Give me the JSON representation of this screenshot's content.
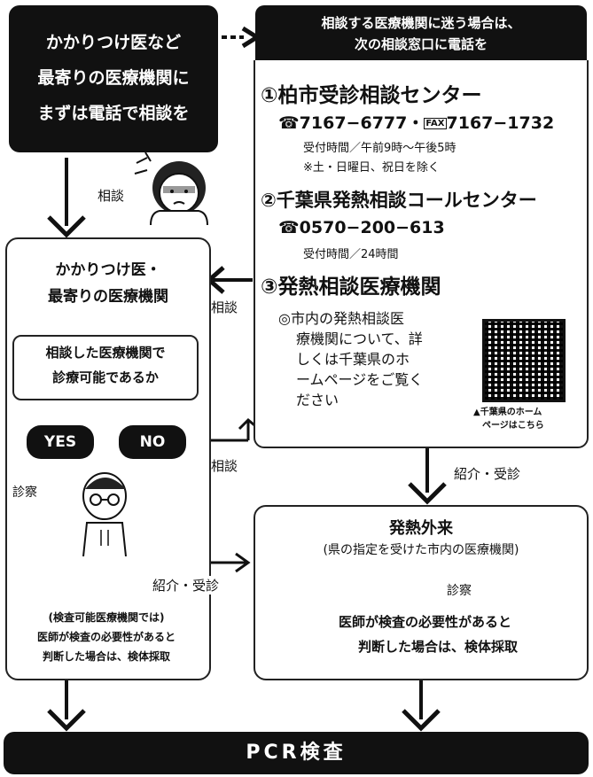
{
  "top_left": {
    "lines": [
      "かかりつけ医など",
      "最寄りの医療機関に",
      "まずは電話で相談を"
    ]
  },
  "top_right_header": {
    "lines": [
      "相談する医療機関に迷う場合は、",
      "次の相談窓口に電話を"
    ]
  },
  "centers": {
    "c1": {
      "title": "①柏市受診相談センター",
      "phone": "☎7167−6777・",
      "fax_label": "FAX",
      "fax": "7167−1732",
      "hours": "受付時間／午前9時〜午後5時",
      "note": "※土・日曜日、祝日を除く"
    },
    "c2": {
      "title": "②千葉県発熱相談コールセンター",
      "phone": "☎0570−200−613",
      "hours": "受付時間／24時間"
    },
    "c3": {
      "title": "③発熱相談医療機関",
      "desc": [
        "◎市内の発熱相談医",
        "療機関について、詳",
        "しくは千葉県のホ",
        "ームページをご覧く",
        "ださい"
      ],
      "qr_caption": [
        "▲千葉県のホーム",
        "ページはこちら"
      ]
    }
  },
  "left_box": {
    "title": [
      "かかりつけ医・",
      "最寄りの医療機関"
    ],
    "question": [
      "相談した医療機関で",
      "診療可能であるか"
    ],
    "yes": "YES",
    "no": "NO",
    "yes_path": "診察",
    "result": [
      "(検査可能医療機関では)",
      "医師が検査の必要性があると",
      "判断した場合は、検体採取"
    ]
  },
  "labels": {
    "soudan1": "相談",
    "soudan2": "相談",
    "soudan3": "相談",
    "shoukai1": "紹介・受診",
    "shoukai2": "紹介・受診"
  },
  "fever": {
    "title": "発熱外来",
    "subtitle": "(県の指定を受けた市内の医療機関)",
    "exam": "診察",
    "result": [
      "医師が検査の必要性があると",
      "判断した場合は、検体採取"
    ]
  },
  "pcr": "PCR検査"
}
